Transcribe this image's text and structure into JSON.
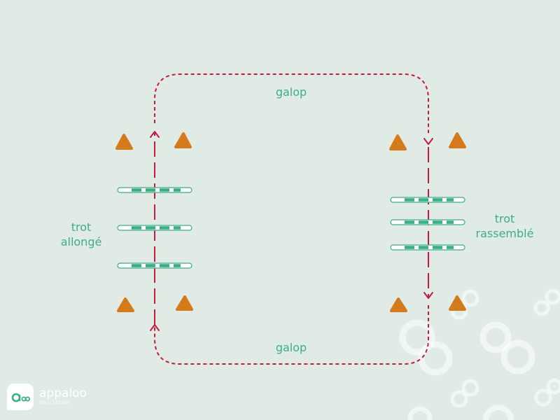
{
  "labels": {
    "galop_top": "galop",
    "galop_bottom": "galop",
    "trot_allonge_line1": "trot",
    "trot_allonge_line2": "allongé",
    "trot_rassemble_line1": "trot",
    "trot_rassemble_line2": "rassemblé"
  },
  "logo": {
    "brand": "appaloo",
    "subtitle": "équitation"
  },
  "colors": {
    "background": "#e1ebe6",
    "path": "#c8183f",
    "label_text": "#3aae86",
    "cone": "#d47a1a",
    "pole_stripe": "#3aae86",
    "decorative_rings": "#ffffff"
  },
  "icons": {
    "cone": "traffic-cone-triangle-icon",
    "pole": "ground-pole-icon",
    "arrow": "direction-arrow-icon",
    "logo": "appaloo-logo-icon"
  }
}
